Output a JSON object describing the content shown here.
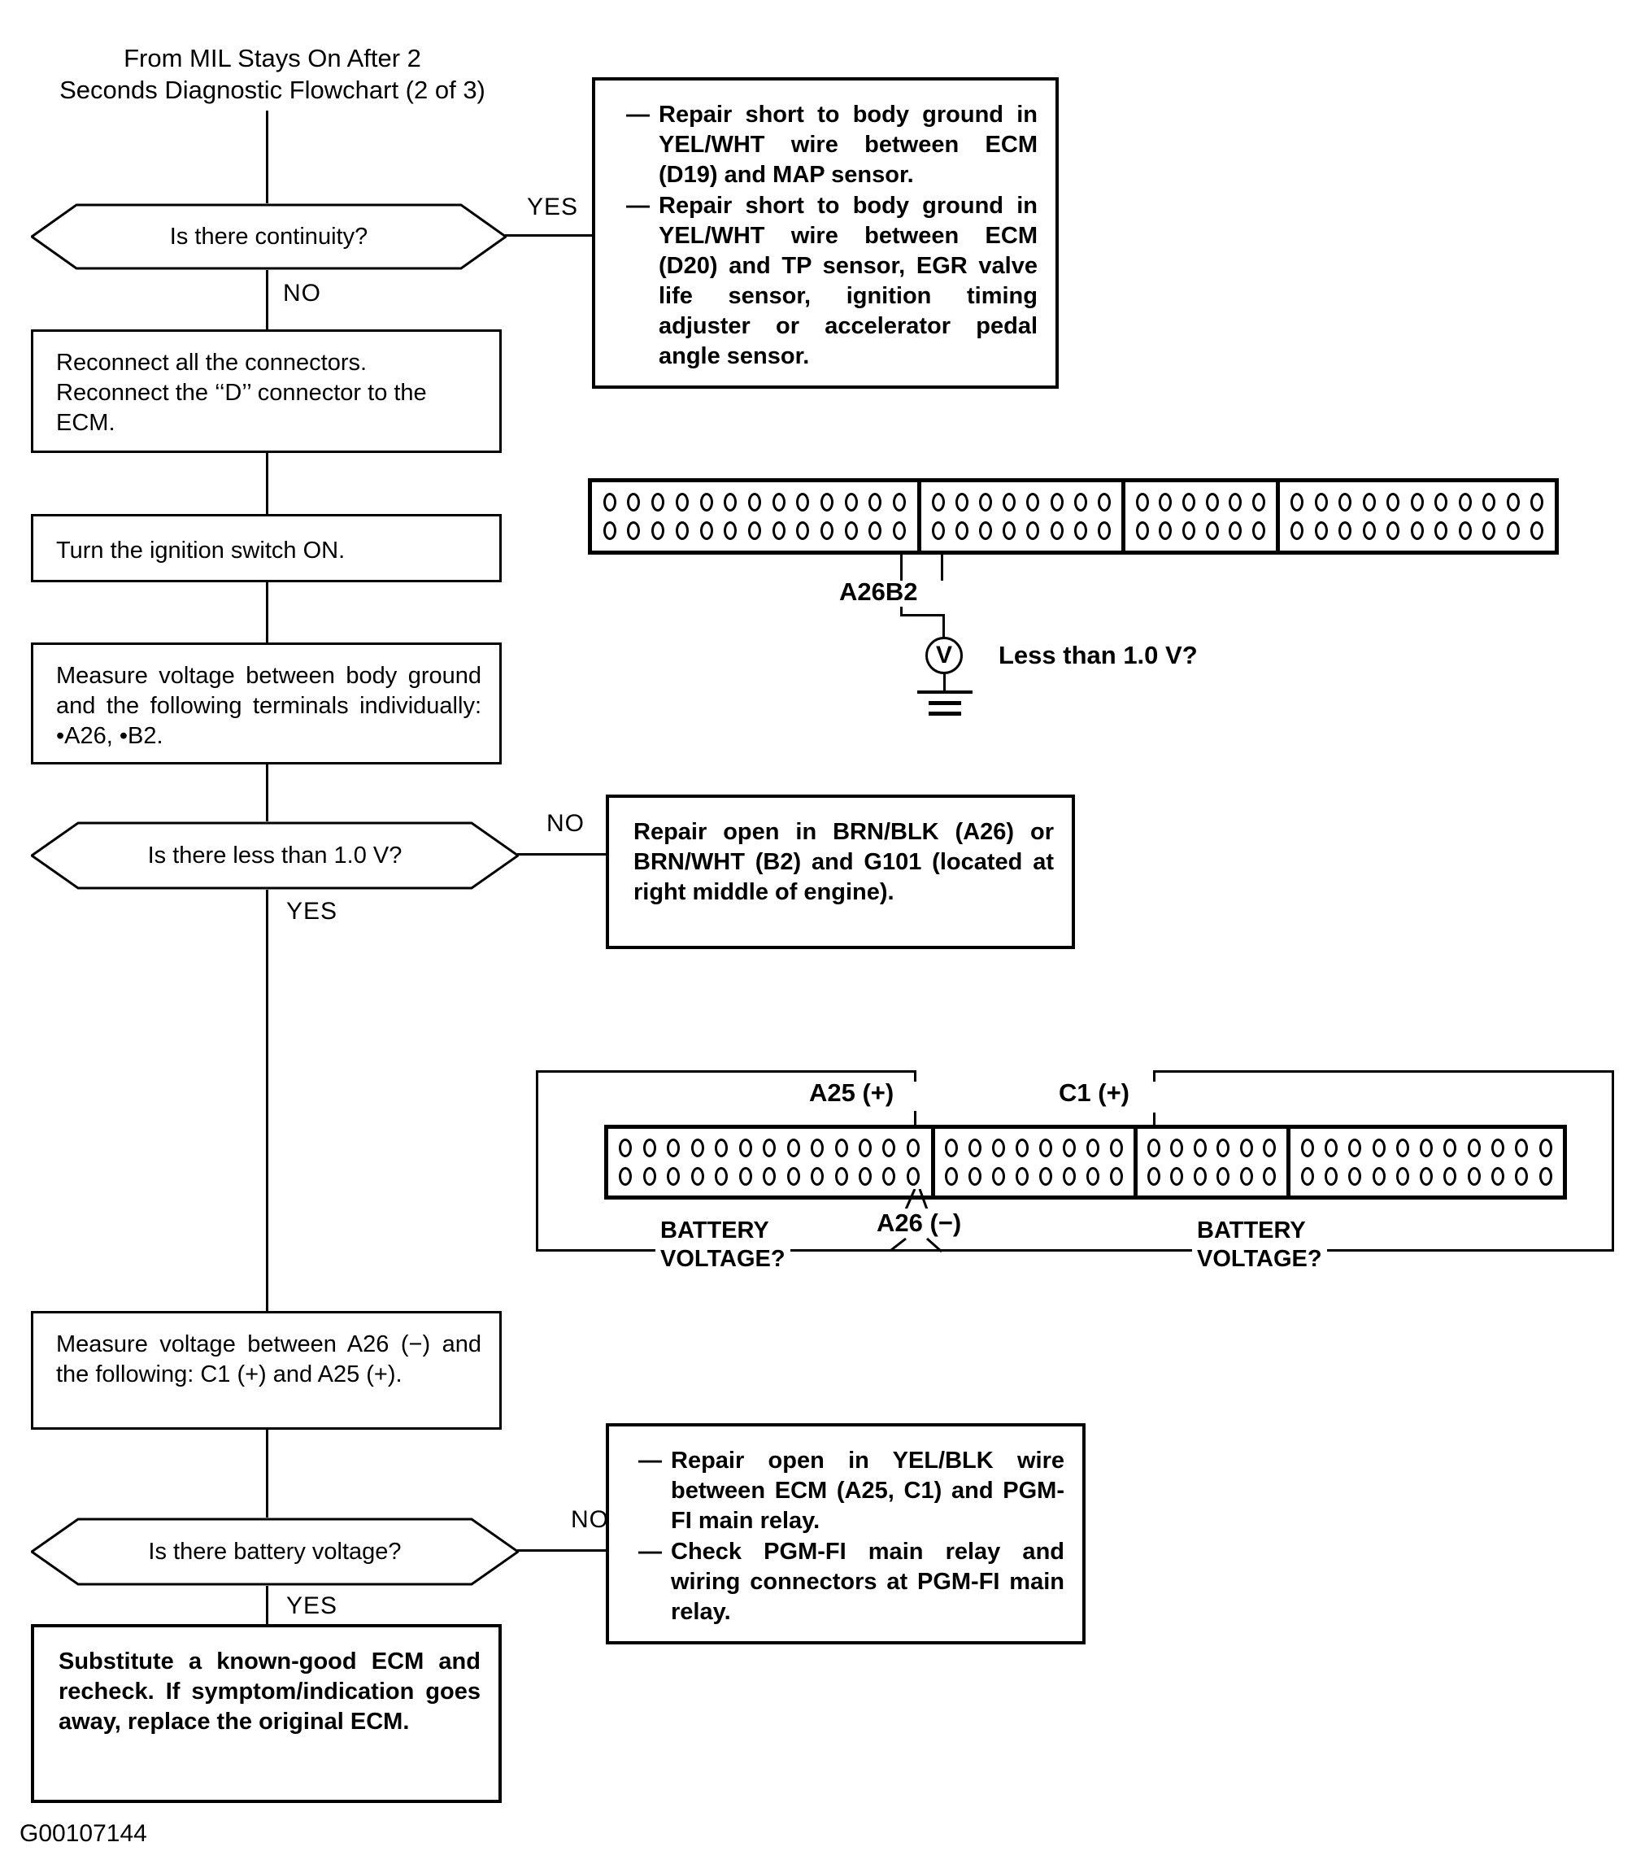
{
  "title": {
    "line1": "From MIL Stays On After 2",
    "line2": "Seconds Diagnostic Flowchart (2 of 3)"
  },
  "labels": {
    "yes": "YES",
    "no": "NO"
  },
  "decisions": {
    "continuity": "Is there continuity?",
    "less_than_1v": "Is there less than 1.0 V?",
    "battery_voltage": "Is there battery voltage?"
  },
  "boxes": {
    "repair_short": {
      "dash": "—",
      "items": [
        "Repair short to body ground in YEL/WHT wire between ECM (D19) and MAP sensor.",
        "Repair short to body ground in YEL/WHT wire between ECM (D20) and TP sensor, EGR valve life sensor, ignition timing adjuster or accelerator pedal angle sensor."
      ]
    },
    "reconnect": "Reconnect all the connectors. Reconnect the ‘‘D’’ connector to the ECM.",
    "ignition": "Turn the ignition switch ON.",
    "measure_body_ground": "Measure voltage between body ground and the following terminals individually: •A26, •B2.",
    "repair_open_ground": "Repair open in BRN/BLK (A26) or BRN/WHT (B2) and G101 (located at right middle of engine).",
    "measure_a26": "Measure voltage between A26 (−) and the following: C1 (+) and A25 (+).",
    "repair_open_relay": {
      "dash": "—",
      "items": [
        "Repair open in YEL/BLK wire between ECM (A25, C1) and PGM-FI main relay.",
        "Check PGM-FI main relay and wiring connectors at PGM-FI main relay."
      ]
    },
    "substitute": "Substitute a known-good ECM and recheck. If symptom/indication goes away, replace the original ECM."
  },
  "connector_top": {
    "sections": [
      13,
      8,
      6,
      11
    ],
    "rows": 2,
    "pin_label": "A26B2",
    "meter_symbol": "V",
    "meter_question": "Less than 1.0 V?"
  },
  "connector_bottom": {
    "sections": [
      13,
      8,
      6,
      11
    ],
    "rows": 2,
    "a25_label": "A25 (+)",
    "c1_label": "C1 (+)",
    "a26_label": "A26 (−)",
    "battery_left_1": "BATTERY",
    "battery_left_2": "VOLTAGE?",
    "battery_right_1": "BATTERY",
    "battery_right_2": "VOLTAGE?"
  },
  "footer_code": "G00107144"
}
